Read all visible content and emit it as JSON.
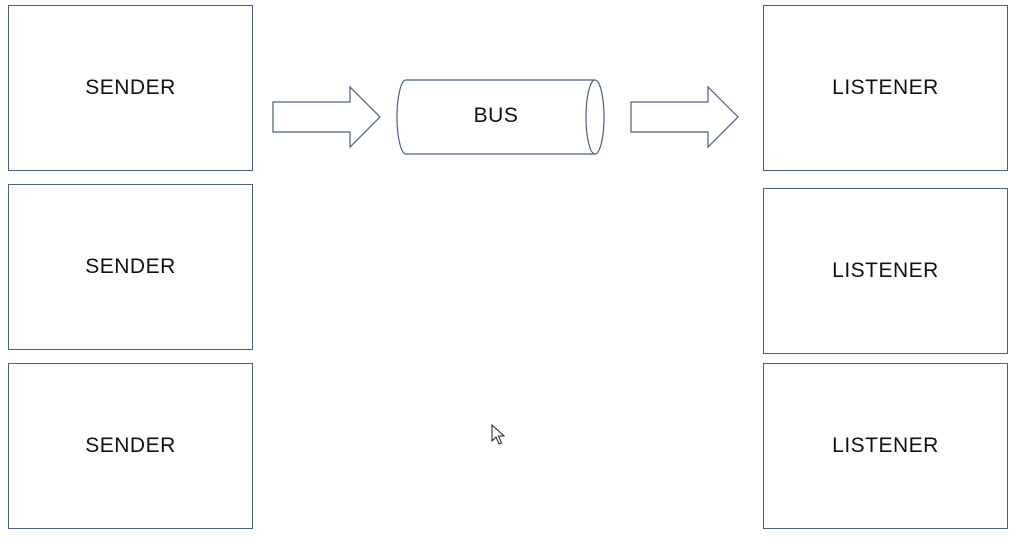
{
  "diagram": {
    "senders": [
      {
        "label": "SENDER"
      },
      {
        "label": "SENDER"
      },
      {
        "label": "SENDER"
      }
    ],
    "bus": {
      "label": "BUS"
    },
    "listeners": [
      {
        "label": "LISTENER"
      },
      {
        "label": "LISTENER"
      },
      {
        "label": "LISTENER"
      }
    ]
  },
  "colors": {
    "stroke": "#4a5f86",
    "text": "#111111",
    "background": "#ffffff"
  },
  "icons": {
    "cursor": "mouse-pointer-icon"
  }
}
